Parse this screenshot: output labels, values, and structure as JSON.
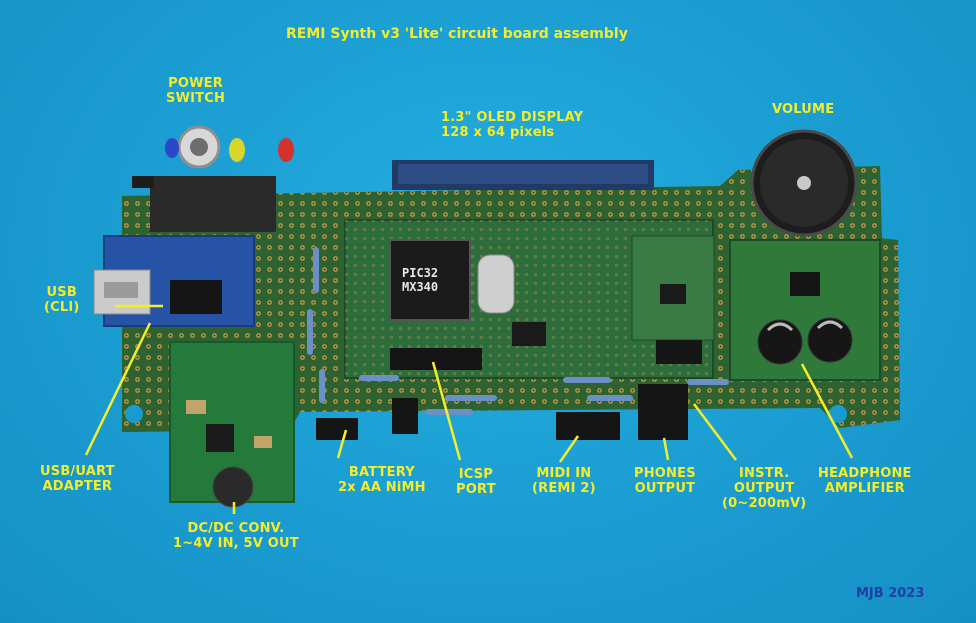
{
  "title": "REMI Synth v3 'Lite' circuit board assembly",
  "signature": "MJB 2023",
  "chip_text": "PIC32\nMX340",
  "labels": {
    "power_switch": "POWER\nSWITCH",
    "oled_display": "1.3\" OLED DISPLAY\n128 x 64 pixels",
    "volume": "VOLUME",
    "usb_cli": "USB\n(CLI)",
    "usb_uart_adapter": "USB/UART\nADAPTER",
    "dcdc_converter": "DC/DC CONV.\n1~4V IN, 5V OUT",
    "battery": "BATTERY\n2x AA NiMH",
    "icsp_port": "ICSP\nPORT",
    "midi_in": "MIDI IN\n(REMI 2)",
    "phones_output": "PHONES\nOUTPUT",
    "instr_output": "INSTR.\nOUTPUT\n(0~200mV)",
    "headphone_amplifier": "HEADPHONE\nAMPLIFIER"
  },
  "colors": {
    "background": "#1b9fd3",
    "label_text": "#f4ee2a",
    "signature_text": "#1f3fa8",
    "pcb_green": "#2f6a33"
  }
}
